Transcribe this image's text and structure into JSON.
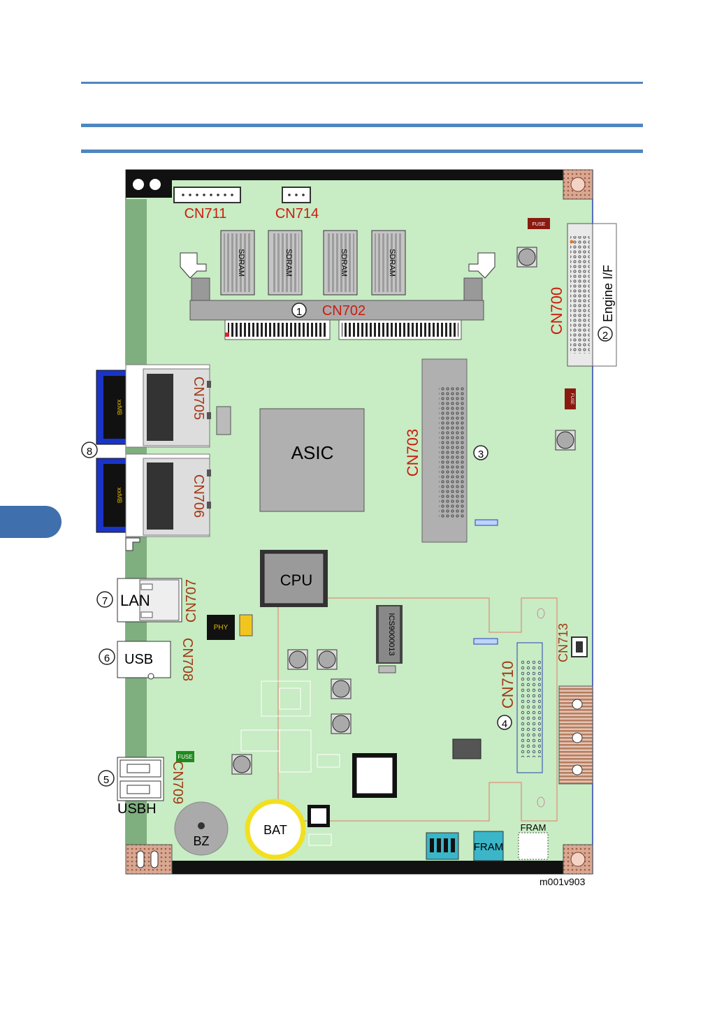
{
  "header": {
    "rule_color": "#4f86c0",
    "tab_color": "#3f6fad"
  },
  "board": {
    "pcb_color": "#c8ecc4",
    "label_color": "#cc1b0f",
    "connectors": {
      "cn711": "CN711",
      "cn714": "CN714",
      "cn702": "CN702",
      "cn700": "CN700",
      "cn703": "CN703",
      "cn705": "CN705",
      "cn706": "CN706",
      "cn707": "CN707",
      "cn708": "CN708",
      "cn709": "CN709",
      "cn710": "CN710",
      "cn713": "CN713"
    },
    "chips": {
      "asic": "ASIC",
      "cpu": "CPU",
      "phy": "PHY",
      "ics": "ICS9000013",
      "sdram": "SDRAM"
    },
    "parts": {
      "bat": "BAT",
      "bz": "BZ",
      "fram_label": "FRAM",
      "fram_chip": "FRAM",
      "fuse": "FUSE"
    },
    "ports": {
      "lan": "LAN",
      "usb": "USB",
      "usbh": "USBH",
      "engine_if": "Engine I/F"
    },
    "callouts": [
      "1",
      "2",
      "3",
      "4",
      "5",
      "6",
      "7",
      "8"
    ]
  },
  "figure_id": "m001v903"
}
